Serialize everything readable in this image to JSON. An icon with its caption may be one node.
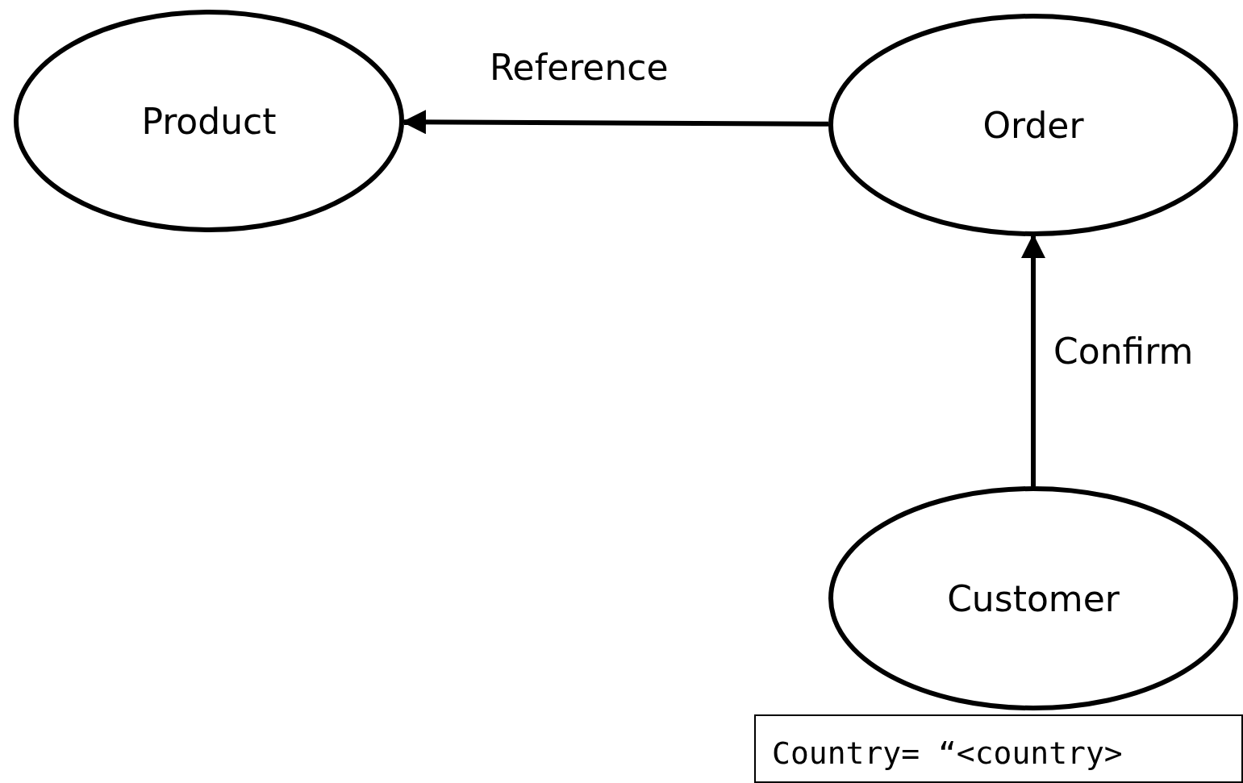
{
  "diagram": {
    "nodes": [
      {
        "text": [
          "Product"
        ]
      },
      {
        "text": [
          "Order"
        ]
      },
      {
        "text": [
          "Customer"
        ]
      },
      {
        "text": [
          "Country= “<country>"
        ]
      }
    ],
    "edges": [
      {
        "from": 1,
        "to": 0,
        "arrow": "to",
        "label": "Reference"
      },
      {
        "from": 2,
        "to": 1,
        "arrow": "to",
        "label": "Confirm"
      }
    ]
  }
}
